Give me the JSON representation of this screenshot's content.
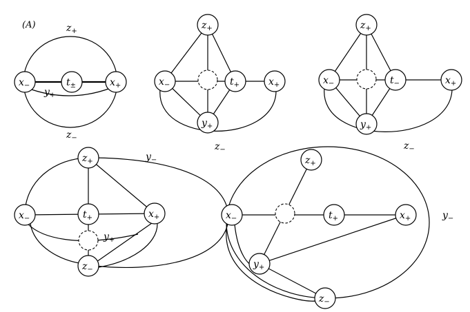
{
  "panels": [
    {
      "id": "A",
      "title": "(A)",
      "nodes": [
        {
          "id": "xm",
          "base": "x",
          "sub": "−"
        },
        {
          "id": "tpm",
          "base": "t",
          "sub": "±"
        },
        {
          "id": "xp",
          "base": "x",
          "sub": "+"
        }
      ],
      "edge_labels": [
        {
          "id": "zp",
          "base": "z",
          "sub": "+"
        },
        {
          "id": "yp",
          "base": "y",
          "sub": "+"
        },
        {
          "id": "zm",
          "base": "z",
          "sub": "−"
        }
      ]
    },
    {
      "id": "B1",
      "title": "",
      "nodes": [
        {
          "id": "zp",
          "base": "z",
          "sub": "+"
        },
        {
          "id": "xm",
          "base": "x",
          "sub": "−"
        },
        {
          "id": "tp",
          "base": "t",
          "sub": "+"
        },
        {
          "id": "xp",
          "base": "x",
          "sub": "+"
        },
        {
          "id": "yp",
          "base": "y",
          "sub": "+"
        }
      ],
      "edge_labels": [
        {
          "id": "zm",
          "base": "z",
          "sub": "−"
        }
      ],
      "crossings": 1
    },
    {
      "id": "B2",
      "title": "",
      "nodes": [
        {
          "id": "zp",
          "base": "z",
          "sub": "+"
        },
        {
          "id": "xm",
          "base": "x",
          "sub": "−"
        },
        {
          "id": "tm",
          "base": "t",
          "sub": "−"
        },
        {
          "id": "xp",
          "base": "x",
          "sub": "+"
        },
        {
          "id": "yp",
          "base": "y",
          "sub": "+"
        }
      ],
      "edge_labels": [
        {
          "id": "zm",
          "base": "z",
          "sub": "−"
        }
      ],
      "crossings": 1
    },
    {
      "id": "C",
      "title": "",
      "nodes": [
        {
          "id": "zp",
          "base": "z",
          "sub": "+"
        },
        {
          "id": "xm",
          "base": "x",
          "sub": "−"
        },
        {
          "id": "tp",
          "base": "t",
          "sub": "+"
        },
        {
          "id": "xp",
          "base": "x",
          "sub": "+"
        },
        {
          "id": "zm",
          "base": "z",
          "sub": "−"
        }
      ],
      "edge_labels": [
        {
          "id": "ym",
          "base": "y",
          "sub": "−"
        },
        {
          "id": "yp",
          "base": "y",
          "sub": "+"
        }
      ],
      "crossings": 1
    },
    {
      "id": "D",
      "title": "",
      "nodes": [
        {
          "id": "zp",
          "base": "z",
          "sub": "+"
        },
        {
          "id": "xm",
          "base": "x",
          "sub": "−"
        },
        {
          "id": "tp",
          "base": "t",
          "sub": "+"
        },
        {
          "id": "xp",
          "base": "x",
          "sub": "+"
        },
        {
          "id": "yp",
          "base": "y",
          "sub": "+"
        },
        {
          "id": "zm",
          "base": "z",
          "sub": "−"
        }
      ],
      "edge_labels": [
        {
          "id": "ym",
          "base": "y",
          "sub": "−"
        }
      ],
      "crossings": 1
    }
  ]
}
